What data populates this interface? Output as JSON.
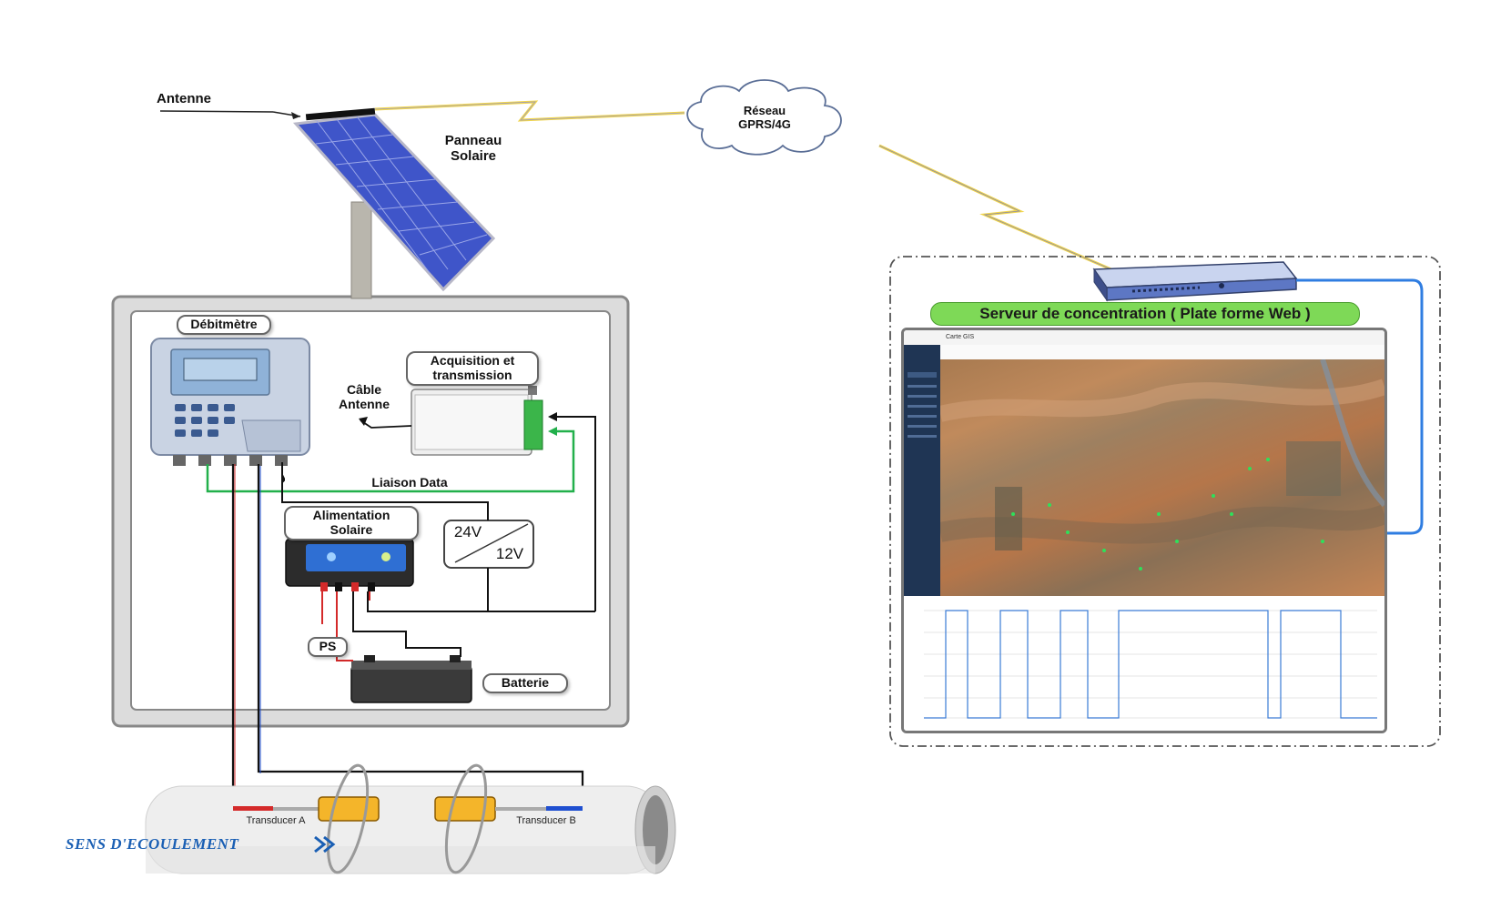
{
  "labels": {
    "antenne": "Antenne",
    "panneau_line1": "Panneau",
    "panneau_line2": "Solaire",
    "reseau_line1": "Réseau",
    "reseau_line2": "GPRS/4G",
    "debitmetre": "Débitmètre",
    "acquisition_line1": "Acquisition et",
    "acquisition_line2": "transmission",
    "cable_line1": "Câble",
    "cable_line2": "Antenne",
    "liaison": "Liaison Data",
    "alimentation_line1": "Alimentation",
    "alimentation_line2": "Solaire",
    "converter_in": "24V",
    "converter_out": "12V",
    "ps": "PS",
    "batterie": "Batterie",
    "transducer_a": "Transducer A",
    "transducer_b": "Transducer B",
    "flow_direction": "SENS D'ECOULEMENT",
    "server": "Serveur de concentration ( Plate forme Web )",
    "screen_tab": "Carte GIS"
  },
  "colors": {
    "wire_green": "#22b04b",
    "wire_red": "#d42a2a",
    "wire_blue": "#1f4fd0",
    "wire_black": "#111111",
    "signal_yellow": "#f2d64b",
    "link_blue": "#2f7de1",
    "server_badge": "#7ed957",
    "flow_text": "#1a5fb4"
  }
}
